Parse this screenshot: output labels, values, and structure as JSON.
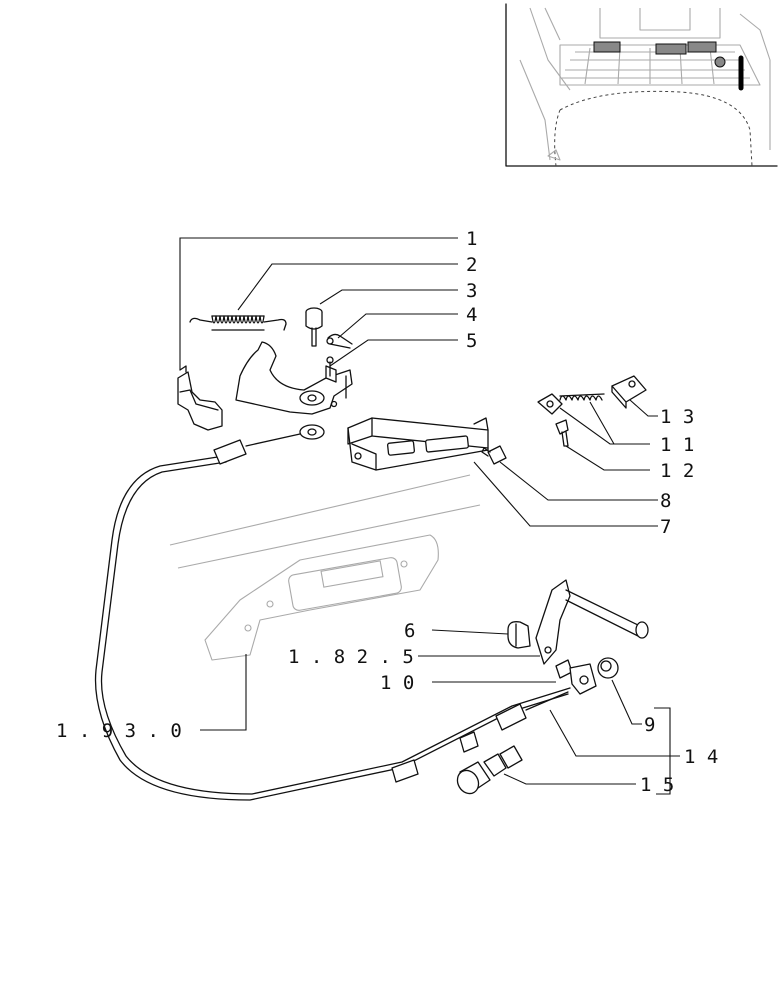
{
  "diagram": {
    "labels": [
      {
        "id": "1",
        "text": "1"
      },
      {
        "id": "2",
        "text": "2"
      },
      {
        "id": "3",
        "text": "3"
      },
      {
        "id": "4",
        "text": "4"
      },
      {
        "id": "5",
        "text": "5"
      },
      {
        "id": "13",
        "text": "1 3"
      },
      {
        "id": "11",
        "text": "1 1"
      },
      {
        "id": "12",
        "text": "1 2"
      },
      {
        "id": "8",
        "text": "8"
      },
      {
        "id": "7",
        "text": "7"
      },
      {
        "id": "6",
        "text": "6"
      },
      {
        "id": "1825",
        "text": "1 . 8 2 . 5"
      },
      {
        "id": "10",
        "text": "1 0"
      },
      {
        "id": "1930",
        "text": "1 . 9 3 . 0"
      },
      {
        "id": "9",
        "text": "9"
      },
      {
        "id": "14",
        "text": "1 4"
      },
      {
        "id": "15",
        "text": "1 5"
      }
    ]
  }
}
